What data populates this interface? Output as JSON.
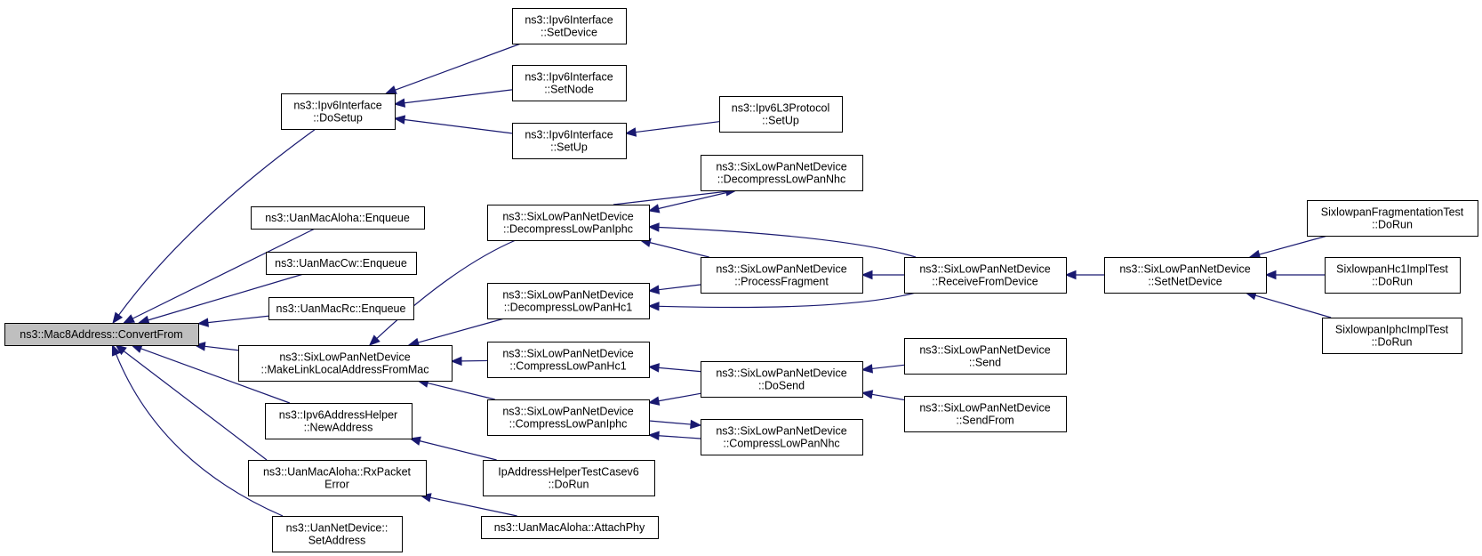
{
  "root_id": "mac8",
  "colors": {
    "edge": "#191970",
    "root_fill": "#bfbfbf",
    "node_fill": "#ffffff",
    "border": "#000000"
  },
  "nodes": [
    {
      "id": "mac8",
      "lines": [
        "ns3::Mac8Address::ConvertFrom"
      ]
    },
    {
      "id": "ipv6if_dosetup",
      "lines": [
        "ns3::Ipv6Interface",
        "::DoSetup"
      ]
    },
    {
      "id": "ipv6if_setdevice",
      "lines": [
        "ns3::Ipv6Interface",
        "::SetDevice"
      ]
    },
    {
      "id": "ipv6if_setnode",
      "lines": [
        "ns3::Ipv6Interface",
        "::SetNode"
      ]
    },
    {
      "id": "ipv6if_setup",
      "lines": [
        "ns3::Ipv6Interface",
        "::SetUp"
      ]
    },
    {
      "id": "ipv6l3_setup",
      "lines": [
        "ns3::Ipv6L3Protocol",
        "::SetUp"
      ]
    },
    {
      "id": "uanaloha_enqueue",
      "lines": [
        "ns3::UanMacAloha::Enqueue"
      ]
    },
    {
      "id": "uancw_enqueue",
      "lines": [
        "ns3::UanMacCw::Enqueue"
      ]
    },
    {
      "id": "uanrc_enqueue",
      "lines": [
        "ns3::UanMacRc::Enqueue"
      ]
    },
    {
      "id": "six_makelinklocal",
      "lines": [
        "ns3::SixLowPanNetDevice",
        "::MakeLinkLocalAddressFromMac"
      ]
    },
    {
      "id": "ipv6addrhelper_newaddr",
      "lines": [
        "ns3::Ipv6AddressHelper",
        "::NewAddress"
      ]
    },
    {
      "id": "uanaloha_rxpacketerror",
      "lines": [
        "ns3::UanMacAloha::RxPacket",
        "Error"
      ]
    },
    {
      "id": "uannetdev_setaddr",
      "lines": [
        "ns3::UanNetDevice::",
        "SetAddress"
      ]
    },
    {
      "id": "six_decomp_iphc",
      "lines": [
        "ns3::SixLowPanNetDevice",
        "::DecompressLowPanIphc"
      ]
    },
    {
      "id": "six_decomp_hc1",
      "lines": [
        "ns3::SixLowPanNetDevice",
        "::DecompressLowPanHc1"
      ]
    },
    {
      "id": "six_comp_hc1",
      "lines": [
        "ns3::SixLowPanNetDevice",
        "::CompressLowPanHc1"
      ]
    },
    {
      "id": "six_comp_iphc",
      "lines": [
        "ns3::SixLowPanNetDevice",
        "::CompressLowPanIphc"
      ]
    },
    {
      "id": "ipaddrhelpertest_dorun",
      "lines": [
        "IpAddressHelperTestCasev6",
        "::DoRun"
      ]
    },
    {
      "id": "uanaloha_attachphy",
      "lines": [
        "ns3::UanMacAloha::AttachPhy"
      ]
    },
    {
      "id": "six_decomp_nhc",
      "lines": [
        "ns3::SixLowPanNetDevice",
        "::DecompressLowPanNhc"
      ]
    },
    {
      "id": "six_processfrag",
      "lines": [
        "ns3::SixLowPanNetDevice",
        "::ProcessFragment"
      ]
    },
    {
      "id": "six_dosend",
      "lines": [
        "ns3::SixLowPanNetDevice",
        "::DoSend"
      ]
    },
    {
      "id": "six_comp_nhc",
      "lines": [
        "ns3::SixLowPanNetDevice",
        "::CompressLowPanNhc"
      ]
    },
    {
      "id": "six_receivefromdevice",
      "lines": [
        "ns3::SixLowPanNetDevice",
        "::ReceiveFromDevice"
      ]
    },
    {
      "id": "six_send",
      "lines": [
        "ns3::SixLowPanNetDevice",
        "::Send"
      ]
    },
    {
      "id": "six_sendfrom",
      "lines": [
        "ns3::SixLowPanNetDevice",
        "::SendFrom"
      ]
    },
    {
      "id": "six_setnetdevice",
      "lines": [
        "ns3::SixLowPanNetDevice",
        "::SetNetDevice"
      ]
    },
    {
      "id": "fragtest_dorun",
      "lines": [
        "SixlowpanFragmentationTest",
        "::DoRun"
      ]
    },
    {
      "id": "hc1test_dorun",
      "lines": [
        "SixlowpanHc1ImplTest",
        "::DoRun"
      ]
    },
    {
      "id": "iphctest_dorun",
      "lines": [
        "SixlowpanIphcImplTest",
        "::DoRun"
      ]
    }
  ],
  "edges": [
    {
      "from": "ipv6if_dosetup",
      "to": "mac8"
    },
    {
      "from": "uanaloha_enqueue",
      "to": "mac8"
    },
    {
      "from": "uancw_enqueue",
      "to": "mac8"
    },
    {
      "from": "uanrc_enqueue",
      "to": "mac8"
    },
    {
      "from": "six_makelinklocal",
      "to": "mac8"
    },
    {
      "from": "ipv6addrhelper_newaddr",
      "to": "mac8"
    },
    {
      "from": "uanaloha_rxpacketerror",
      "to": "mac8"
    },
    {
      "from": "uannetdev_setaddr",
      "to": "mac8"
    },
    {
      "from": "ipv6if_setdevice",
      "to": "ipv6if_dosetup"
    },
    {
      "from": "ipv6if_setnode",
      "to": "ipv6if_dosetup"
    },
    {
      "from": "ipv6if_setup",
      "to": "ipv6if_dosetup"
    },
    {
      "from": "ipv6l3_setup",
      "to": "ipv6if_setup"
    },
    {
      "from": "six_decomp_iphc",
      "to": "six_makelinklocal"
    },
    {
      "from": "six_decomp_hc1",
      "to": "six_makelinklocal"
    },
    {
      "from": "six_comp_hc1",
      "to": "six_makelinklocal"
    },
    {
      "from": "six_comp_iphc",
      "to": "six_makelinklocal"
    },
    {
      "from": "ipaddrhelpertest_dorun",
      "to": "ipv6addrhelper_newaddr"
    },
    {
      "from": "uanaloha_attachphy",
      "to": "uanaloha_rxpacketerror"
    },
    {
      "from": "six_decomp_nhc",
      "to": "six_decomp_iphc"
    },
    {
      "from": "six_processfrag",
      "to": "six_decomp_iphc"
    },
    {
      "from": "six_receivefromdevice",
      "to": "six_decomp_iphc"
    },
    {
      "from": "six_processfrag",
      "to": "six_decomp_hc1"
    },
    {
      "from": "six_receivefromdevice",
      "to": "six_decomp_hc1"
    },
    {
      "from": "six_dosend",
      "to": "six_comp_hc1"
    },
    {
      "from": "six_dosend",
      "to": "six_comp_iphc"
    },
    {
      "from": "six_comp_nhc",
      "to": "six_comp_iphc"
    },
    {
      "from": "six_decomp_iphc",
      "to": "six_decomp_nhc"
    },
    {
      "from": "six_receivefromdevice",
      "to": "six_processfrag"
    },
    {
      "from": "six_comp_iphc",
      "to": "six_comp_nhc"
    },
    {
      "from": "six_send",
      "to": "six_dosend"
    },
    {
      "from": "six_sendfrom",
      "to": "six_dosend"
    },
    {
      "from": "six_setnetdevice",
      "to": "six_receivefromdevice"
    },
    {
      "from": "fragtest_dorun",
      "to": "six_setnetdevice"
    },
    {
      "from": "hc1test_dorun",
      "to": "six_setnetdevice"
    },
    {
      "from": "iphctest_dorun",
      "to": "six_setnetdevice"
    }
  ]
}
